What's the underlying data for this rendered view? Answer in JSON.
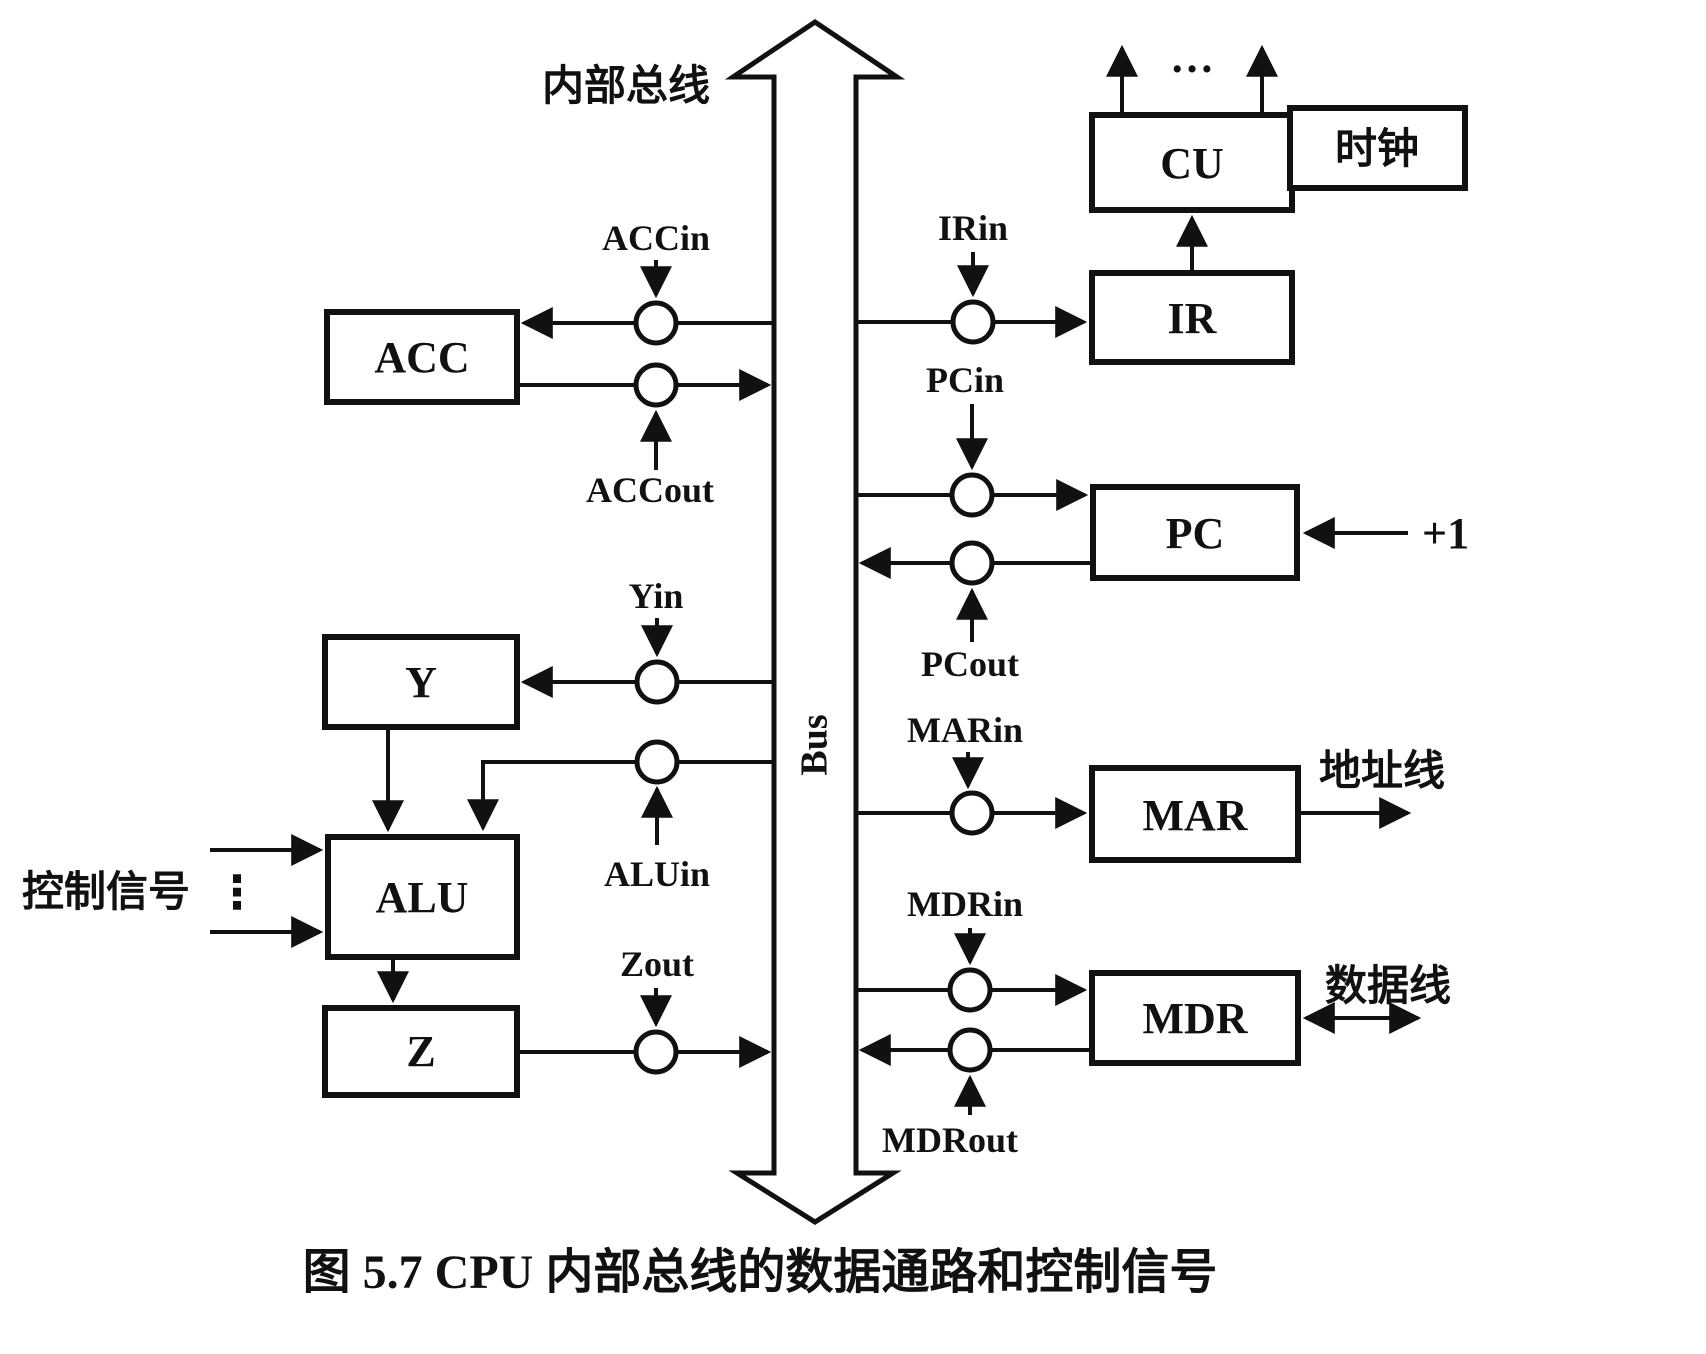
{
  "figure": {
    "caption": "图 5.7  CPU 内部总线的数据通路和控制信号",
    "internal_bus": "内部总线",
    "bus": "Bus",
    "control_signals": "控制信号",
    "increment": "+1",
    "address_line": "地址线",
    "data_line": "数据线",
    "cu_outputs_ellipsis": "…",
    "control_dots": "⋮"
  },
  "blocks": {
    "acc": "ACC",
    "cu": "CU",
    "clock": "时钟",
    "ir": "IR",
    "pc": "PC",
    "y": "Y",
    "alu": "ALU",
    "z": "Z",
    "mar": "MAR",
    "mdr": "MDR"
  },
  "signals": {
    "accin": "ACCin",
    "accout": "ACCout",
    "irin": "IRin",
    "pcin": "PCin",
    "pcout": "PCout",
    "yin": "Yin",
    "aluin": "ALUin",
    "zout": "Zout",
    "marin": "MARin",
    "mdrin": "MDRin",
    "mdrout": "MDRout"
  }
}
